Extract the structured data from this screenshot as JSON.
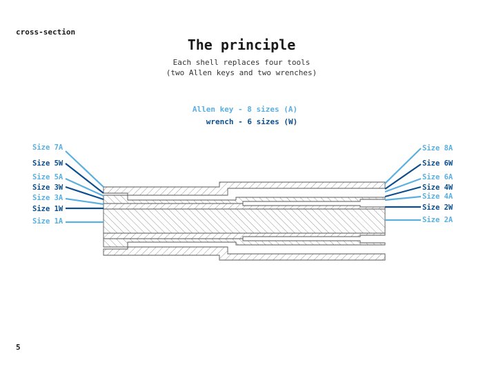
{
  "section_label": "cross-section",
  "title": "The principle",
  "subtitle": {
    "line1": "Each shell replaces four tools",
    "line2": "(two Allen keys and two wrenches)"
  },
  "legend": {
    "allen": "Allen key - 8 sizes (A)",
    "wrench": "wrench - 6 sizes (W)"
  },
  "colors": {
    "allen": "#5aafe0",
    "wrench": "#0c4d8c",
    "outline": "#555555",
    "hatch": "#666666"
  },
  "labels_left": [
    {
      "text": "Size 7A",
      "kind": "allen"
    },
    {
      "text": "Size 5W",
      "kind": "wrench"
    },
    {
      "text": "Size 5A",
      "kind": "allen"
    },
    {
      "text": "Size 3W",
      "kind": "wrench"
    },
    {
      "text": "Size 3A",
      "kind": "allen"
    },
    {
      "text": "Size 1W",
      "kind": "wrench"
    },
    {
      "text": "Size 1A",
      "kind": "allen"
    }
  ],
  "labels_right": [
    {
      "text": "Size 8A",
      "kind": "allen"
    },
    {
      "text": "Size 6W",
      "kind": "wrench"
    },
    {
      "text": "Size 6A",
      "kind": "allen"
    },
    {
      "text": "Size 4W",
      "kind": "wrench"
    },
    {
      "text": "Size 4A",
      "kind": "allen"
    },
    {
      "text": "Size 2W",
      "kind": "wrench"
    },
    {
      "text": "Size 2A",
      "kind": "allen"
    }
  ],
  "page_number": "5"
}
